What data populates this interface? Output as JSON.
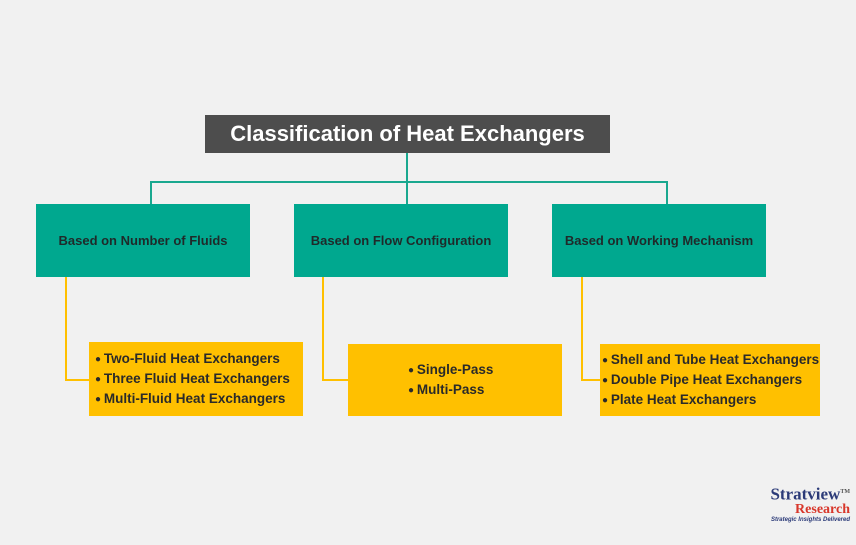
{
  "title": "Classification of Heat Exchangers",
  "categories": [
    {
      "label": "Based on Number of Fluids",
      "items": [
        "Two-Fluid Heat Exchangers",
        "Three Fluid Heat Exchangers",
        "Multi-Fluid Heat Exchangers"
      ]
    },
    {
      "label": "Based on Flow Configuration",
      "items": [
        "Single-Pass",
        "Multi-Pass"
      ]
    },
    {
      "label": "Based on Working Mechanism",
      "items": [
        "Shell and Tube Heat Exchangers",
        "Double Pipe Heat Exchangers",
        "Plate Heat Exchangers"
      ]
    }
  ],
  "logo": {
    "name": "Stratview",
    "tm": "TM",
    "sub": "Research",
    "tagline": "Strategic Insights Delivered"
  },
  "colors": {
    "title_bg": "#4d4d4d",
    "category_bg": "#00a88f",
    "leaf_bg": "#ffc000"
  }
}
